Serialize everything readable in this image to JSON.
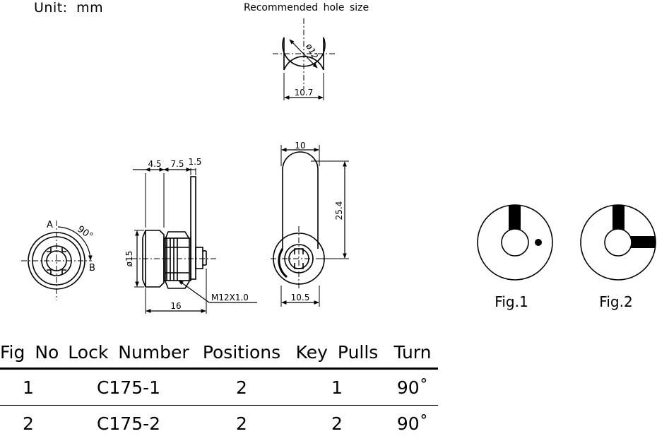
{
  "header": {
    "unit_label": "Unit: mm",
    "recommended_hole_label": "Recommended hole size"
  },
  "hole": {
    "diameter_label": "ø12",
    "flat_width_label": "10.7"
  },
  "front_view": {
    "label_a": "A",
    "label_b": "B",
    "angle_label": "90°"
  },
  "side_view": {
    "dim_4_5": "4.5",
    "dim_7_5": "7.5",
    "dim_1_5": "1.5",
    "diameter_label": "ø15",
    "length_label": "16",
    "thread_label": "M12X1.0"
  },
  "back_view": {
    "width_top": "10",
    "height_label": "25.4",
    "width_bottom": "10.5"
  },
  "figures": [
    {
      "label": "Fig.1"
    },
    {
      "label": "Fig.2"
    }
  ],
  "table": {
    "headers": [
      "Fig No",
      "Lock Number",
      "Positions",
      "Key Pulls",
      "Turn"
    ],
    "rows": [
      [
        "1",
        "C175-1",
        "2",
        "1",
        "90˚"
      ],
      [
        "2",
        "C175-2",
        "2",
        "2",
        "90˚"
      ]
    ]
  }
}
